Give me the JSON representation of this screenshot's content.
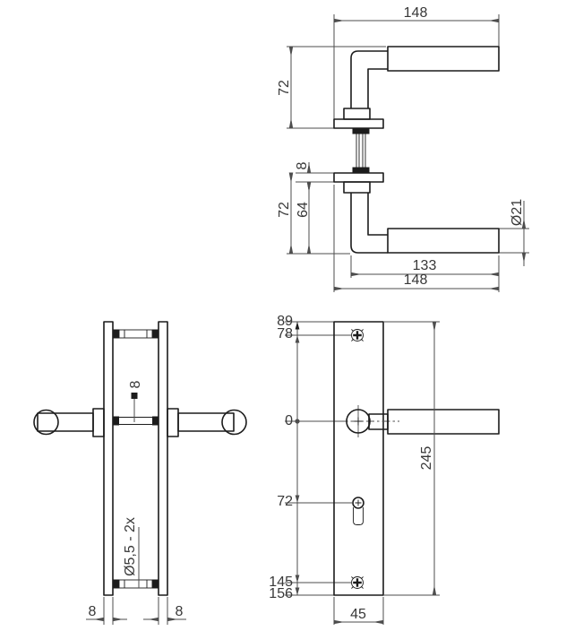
{
  "drawing": {
    "title": "door-handle-backplate-dimensional-drawing",
    "background_color": "#ffffff",
    "object_line_color": "#1c1c1c",
    "dimension_color": "#4d4d4d",
    "views": {
      "handle_pair_side": {
        "dims": {
          "width_top": "148",
          "height_top": "72",
          "rose_thickness": "8",
          "height_bottom": "72",
          "height_inner": "64",
          "grip_diameter": "Ø21",
          "grip_length": "133",
          "width_bottom": "148"
        }
      },
      "backplate_side": {
        "dims": {
          "spindle_size": "8",
          "screw_holes": "Ø5,5 - 2x",
          "plate_thickness_left": "8",
          "plate_thickness_right": "8"
        }
      },
      "backplate_front": {
        "dims": {
          "plate_top": "89",
          "screw_top": "78",
          "zero_level": "0",
          "keyhole_offset": "72",
          "screw_bottom": "145",
          "plate_bottom": "156",
          "plate_height": "245",
          "plate_width": "45"
        }
      }
    }
  }
}
